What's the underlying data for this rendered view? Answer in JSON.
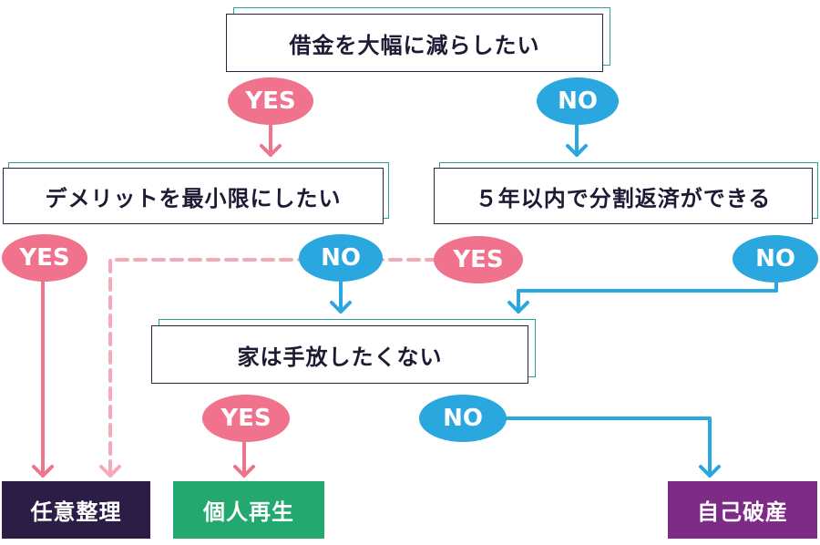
{
  "questions": {
    "q1": "借金を大幅に減らしたい",
    "q2": "デメリットを最小限にしたい",
    "q3": "５年以内で分割返済ができる",
    "q4": "家は手放したくない"
  },
  "answers": {
    "yes": "YES",
    "no": "NO"
  },
  "results": {
    "voluntary": "任意整理",
    "rehabilitation": "個人再生",
    "bankruptcy": "自己破産"
  },
  "colors": {
    "yes": "#f0728d",
    "yes_dashed": "#f6a9b9",
    "no": "#2ba7df",
    "frame_dark": "#2a2344",
    "frame_accent": "#2aa392",
    "voluntary": "#2b1d45",
    "rehabilitation": "#23a86f",
    "bankruptcy": "#7d2b86"
  }
}
